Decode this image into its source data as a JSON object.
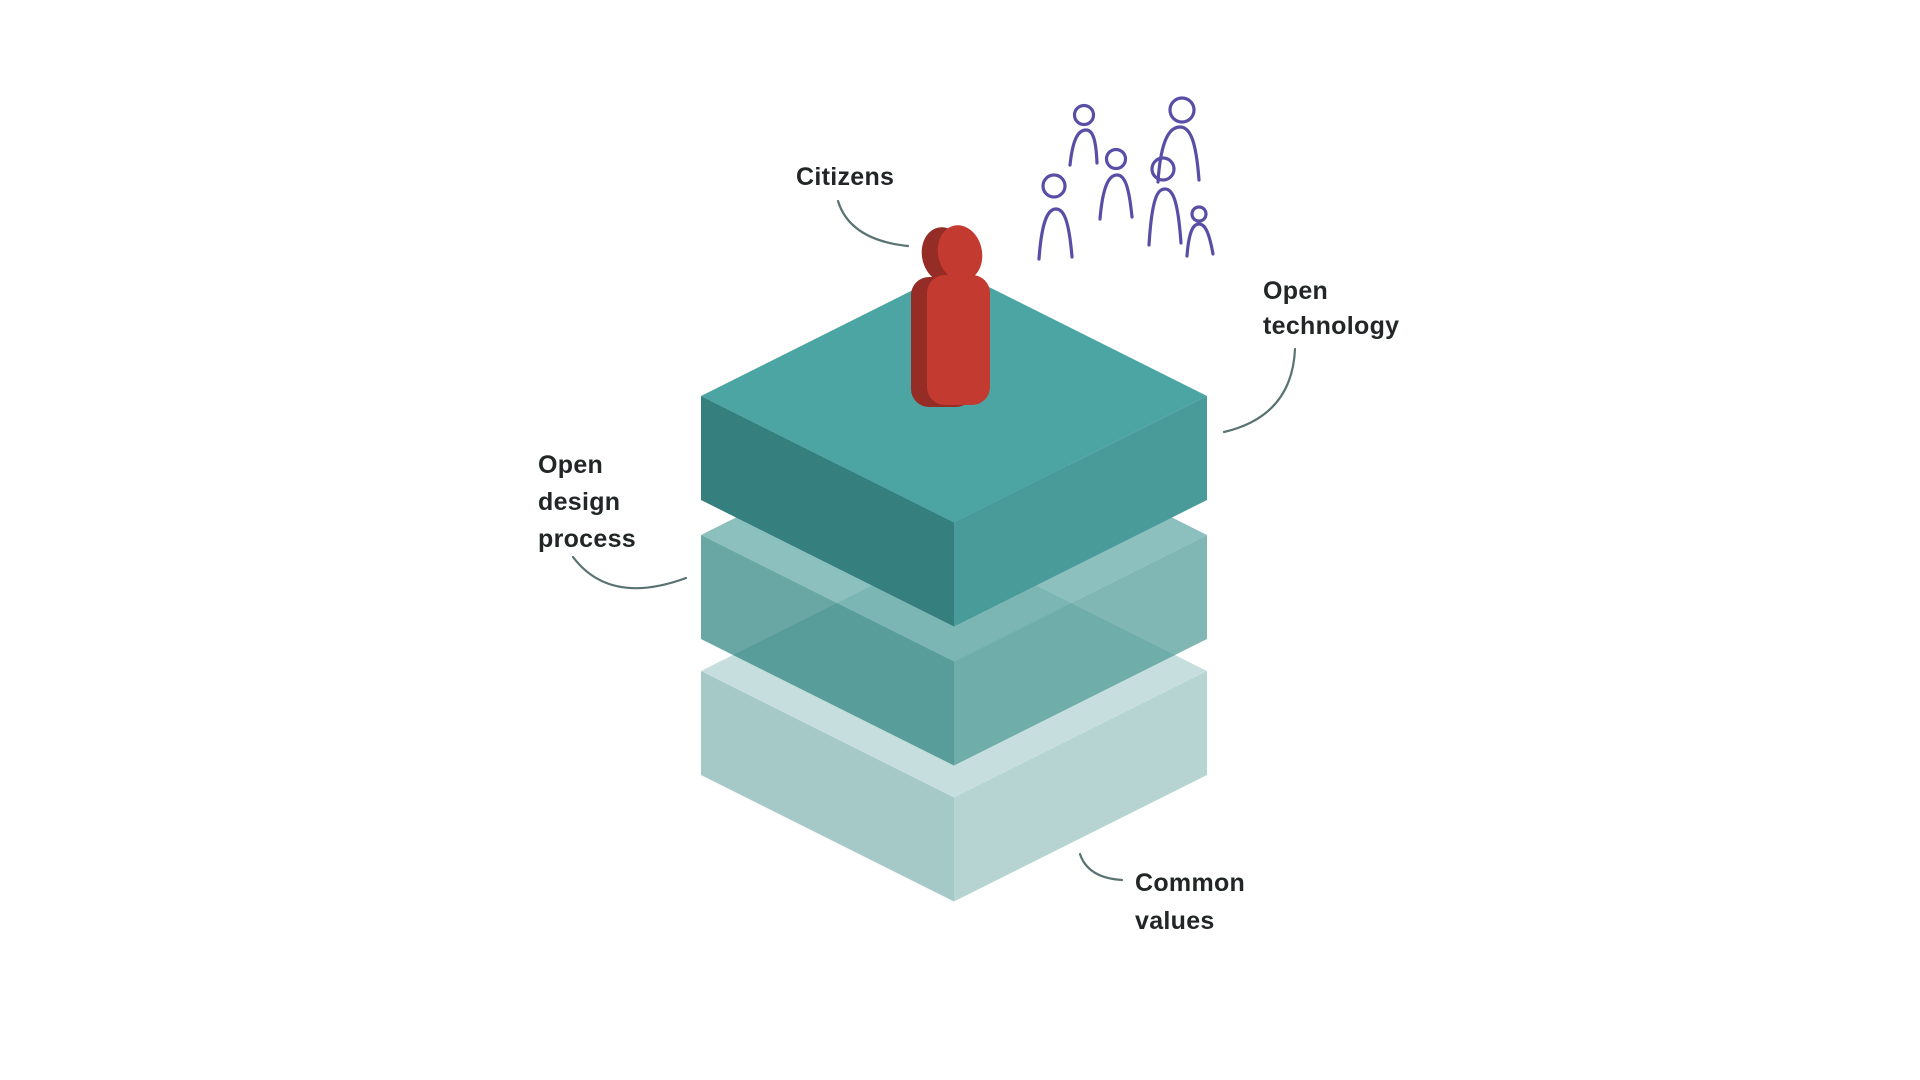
{
  "diagram": {
    "type": "isometric-layer-stack",
    "labels": {
      "citizens": "Citizens",
      "open_technology": [
        "Open",
        "technology"
      ],
      "open_design_process": [
        "Open",
        "design",
        "process"
      ],
      "common_values": [
        "Common",
        "values"
      ]
    },
    "layers": [
      {
        "position": "top",
        "label": "Open technology",
        "style": "solid teal"
      },
      {
        "position": "middle",
        "label": "Open design process",
        "style": "translucent teal"
      },
      {
        "position": "bottom",
        "label": "Common values",
        "style": "pale translucent teal"
      }
    ],
    "figure": {
      "description": "red isometric person standing on top layer",
      "label": "Citizens"
    },
    "sketch": {
      "description": "hand-drawn crowd of people",
      "figure_count": 6
    },
    "colors": {
      "background": "#FFFFFF",
      "text": "#222626",
      "connector": "#5A7272",
      "top_layer_top": "#4CA5A3",
      "top_layer_left": "#35807F",
      "top_layer_right": "#489B99",
      "middle_layer_top": "#5BA5A2",
      "middle_layer_left": "#2A817E",
      "middle_layer_right": "#4A9895",
      "bottom_layer_top": "#C6DEDD",
      "bottom_layer_left": "#A5C9C7",
      "bottom_layer_right": "#B6D4D2",
      "figure_front": "#C23A30",
      "figure_back": "#952C26",
      "sketch_stroke": "#584EA5"
    }
  }
}
